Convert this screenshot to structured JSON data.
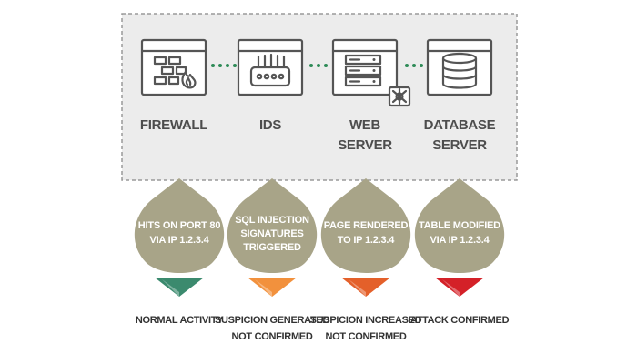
{
  "colors": {
    "panel_bg": "#ececec",
    "panel_border": "#9a9a9a",
    "connector": "#2e8b57",
    "drop": "#a8a488",
    "status": [
      "#3b8a6e",
      "#f2913d",
      "#e4602a",
      "#d42128"
    ]
  },
  "nodes": [
    {
      "icon": "firewall-icon",
      "label_lines": [
        "FIREWALL"
      ]
    },
    {
      "icon": "ids-router-icon",
      "label_lines": [
        "IDS"
      ]
    },
    {
      "icon": "web-server-icon",
      "label_lines": [
        "WEB",
        "SERVER"
      ]
    },
    {
      "icon": "database-icon",
      "label_lines": [
        "DATABASE",
        "SERVER"
      ]
    }
  ],
  "drops": [
    {
      "lines": [
        "HITS ON PORT 80",
        "VIA IP 1.2.3.4"
      ],
      "status_lines": [
        "NORMAL ACTIVITY"
      ]
    },
    {
      "lines": [
        "SQL INJECTION",
        "SIGNATURES",
        "TRIGGERED"
      ],
      "status_lines": [
        "SUSPICION GENERATED",
        "NOT CONFIRMED"
      ]
    },
    {
      "lines": [
        "PAGE RENDERED",
        "TO IP 1.2.3.4"
      ],
      "status_lines": [
        "SUSPICION INCREASED",
        "NOT CONFIRMED"
      ]
    },
    {
      "lines": [
        "TABLE MODIFIED",
        "VIA IP 1.2.3.4"
      ],
      "status_lines": [
        "ATTACK CONFIRMED"
      ]
    }
  ]
}
